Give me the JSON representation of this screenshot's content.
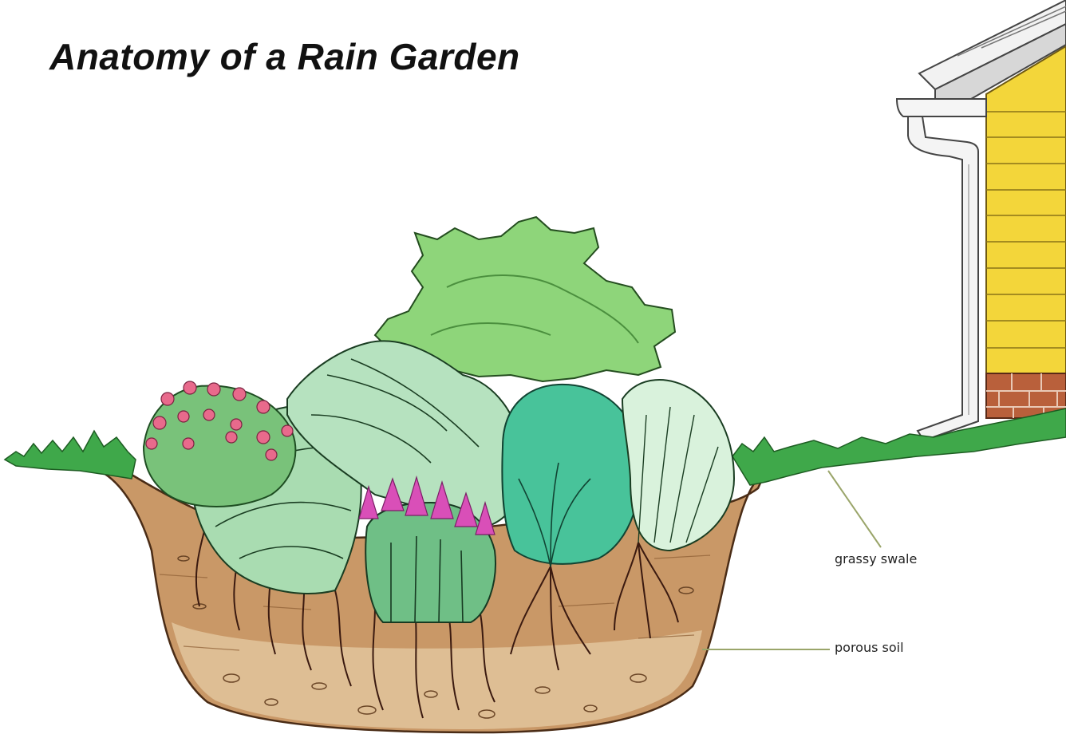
{
  "title": "Anatomy of a Rain Garden",
  "callouts": {
    "grassy_swale": "grassy swale",
    "porous_soil": "porous soil"
  },
  "colors": {
    "house_siding": "#f3d63a",
    "brick": "#b9603b",
    "soil": "#c99867",
    "grass": "#3fa84a",
    "leader_line": "#9aa56a"
  }
}
